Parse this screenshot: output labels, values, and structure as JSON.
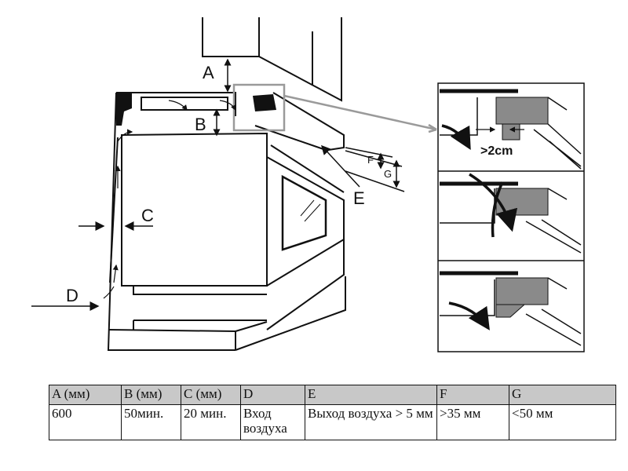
{
  "diagram": {
    "labels": {
      "a": "A",
      "b": "B",
      "c": "C",
      "d": "D",
      "e": "E",
      "f": "F",
      "g": "G",
      "gap": ">2cm"
    }
  },
  "table": {
    "headers": [
      "A (мм)",
      "B (мм)",
      "C (мм)",
      "D",
      "E",
      "F",
      "G"
    ],
    "row": [
      "600",
      "50мин.",
      "20 мин.",
      "Вход воздуха",
      "Выход воздуха > 5 мм",
      ">35 мм",
      "<50 мм"
    ]
  },
  "colors": {
    "line": "#111111",
    "panel": "#8a8a8a",
    "highlight": "#9a9a9a",
    "header": "#c8c8c8"
  },
  "icons": [
    "air-flow-arrow-icon",
    "dimension-arrow-icon"
  ]
}
